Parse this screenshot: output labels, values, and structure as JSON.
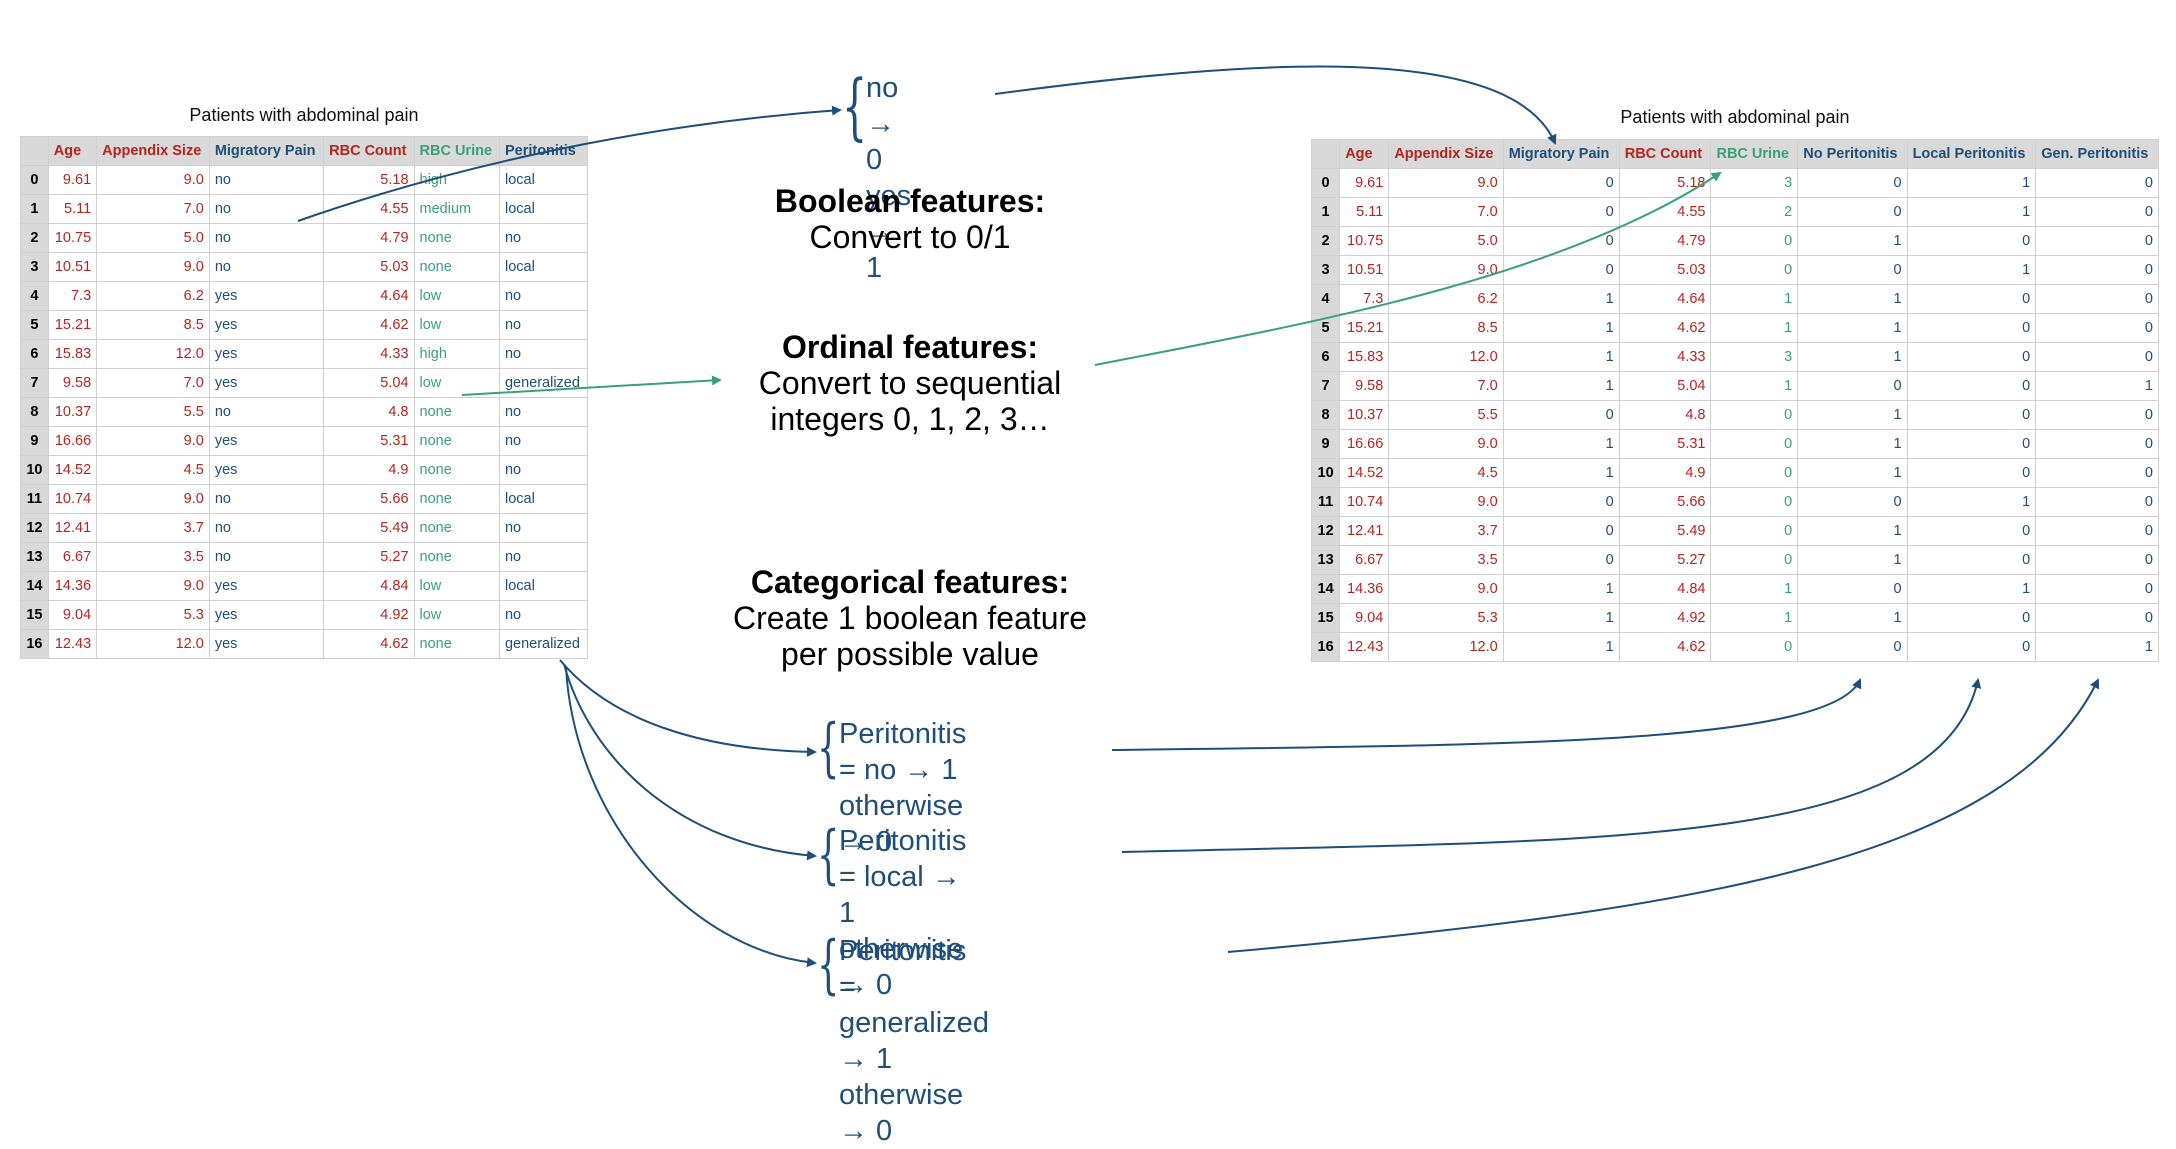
{
  "left_table": {
    "caption": "Patients with abdominal pain",
    "columns": [
      "Age",
      "Appendix Size",
      "Migratory Pain",
      "RBC Count",
      "RBC Urine",
      "Peritonitis"
    ],
    "rows": [
      [
        "0",
        "9.61",
        "9.0",
        "no",
        "5.18",
        "high",
        "local"
      ],
      [
        "1",
        "5.11",
        "7.0",
        "no",
        "4.55",
        "medium",
        "local"
      ],
      [
        "2",
        "10.75",
        "5.0",
        "no",
        "4.79",
        "none",
        "no"
      ],
      [
        "3",
        "10.51",
        "9.0",
        "no",
        "5.03",
        "none",
        "local"
      ],
      [
        "4",
        "7.3",
        "6.2",
        "yes",
        "4.64",
        "low",
        "no"
      ],
      [
        "5",
        "15.21",
        "8.5",
        "yes",
        "4.62",
        "low",
        "no"
      ],
      [
        "6",
        "15.83",
        "12.0",
        "yes",
        "4.33",
        "high",
        "no"
      ],
      [
        "7",
        "9.58",
        "7.0",
        "yes",
        "5.04",
        "low",
        "generalized"
      ],
      [
        "8",
        "10.37",
        "5.5",
        "no",
        "4.8",
        "none",
        "no"
      ],
      [
        "9",
        "16.66",
        "9.0",
        "yes",
        "5.31",
        "none",
        "no"
      ],
      [
        "10",
        "14.52",
        "4.5",
        "yes",
        "4.9",
        "none",
        "no"
      ],
      [
        "11",
        "10.74",
        "9.0",
        "no",
        "5.66",
        "none",
        "local"
      ],
      [
        "12",
        "12.41",
        "3.7",
        "no",
        "5.49",
        "none",
        "no"
      ],
      [
        "13",
        "6.67",
        "3.5",
        "no",
        "5.27",
        "none",
        "no"
      ],
      [
        "14",
        "14.36",
        "9.0",
        "yes",
        "4.84",
        "low",
        "local"
      ],
      [
        "15",
        "9.04",
        "5.3",
        "yes",
        "4.92",
        "low",
        "no"
      ],
      [
        "16",
        "12.43",
        "12.0",
        "yes",
        "4.62",
        "none",
        "generalized"
      ]
    ]
  },
  "right_table": {
    "caption": "Patients with abdominal pain",
    "columns": [
      "Age",
      "Appendix Size",
      "Migratory Pain",
      "RBC Count",
      "RBC Urine",
      "No Peritonitis",
      "Local Peritonitis",
      "Gen. Peritonitis"
    ],
    "rows": [
      [
        "0",
        "9.61",
        "9.0",
        "0",
        "5.18",
        "3",
        "0",
        "1",
        "0"
      ],
      [
        "1",
        "5.11",
        "7.0",
        "0",
        "4.55",
        "2",
        "0",
        "1",
        "0"
      ],
      [
        "2",
        "10.75",
        "5.0",
        "0",
        "4.79",
        "0",
        "1",
        "0",
        "0"
      ],
      [
        "3",
        "10.51",
        "9.0",
        "0",
        "5.03",
        "0",
        "0",
        "1",
        "0"
      ],
      [
        "4",
        "7.3",
        "6.2",
        "1",
        "4.64",
        "1",
        "1",
        "0",
        "0"
      ],
      [
        "5",
        "15.21",
        "8.5",
        "1",
        "4.62",
        "1",
        "1",
        "0",
        "0"
      ],
      [
        "6",
        "15.83",
        "12.0",
        "1",
        "4.33",
        "3",
        "1",
        "0",
        "0"
      ],
      [
        "7",
        "9.58",
        "7.0",
        "1",
        "5.04",
        "1",
        "0",
        "0",
        "1"
      ],
      [
        "8",
        "10.37",
        "5.5",
        "0",
        "4.8",
        "0",
        "1",
        "0",
        "0"
      ],
      [
        "9",
        "16.66",
        "9.0",
        "1",
        "5.31",
        "0",
        "1",
        "0",
        "0"
      ],
      [
        "10",
        "14.52",
        "4.5",
        "1",
        "4.9",
        "0",
        "1",
        "0",
        "0"
      ],
      [
        "11",
        "10.74",
        "9.0",
        "0",
        "5.66",
        "0",
        "0",
        "1",
        "0"
      ],
      [
        "12",
        "12.41",
        "3.7",
        "0",
        "5.49",
        "0",
        "1",
        "0",
        "0"
      ],
      [
        "13",
        "6.67",
        "3.5",
        "0",
        "5.27",
        "0",
        "1",
        "0",
        "0"
      ],
      [
        "14",
        "14.36",
        "9.0",
        "1",
        "4.84",
        "1",
        "0",
        "1",
        "0"
      ],
      [
        "15",
        "9.04",
        "5.3",
        "1",
        "4.92",
        "1",
        "1",
        "0",
        "0"
      ],
      [
        "16",
        "12.43",
        "12.0",
        "1",
        "4.62",
        "0",
        "0",
        "0",
        "1"
      ]
    ]
  },
  "boolean": {
    "title": "Boolean features:",
    "desc": "Convert to 0/1",
    "map1": "no → 0",
    "map2": "yes → 1"
  },
  "ordinal": {
    "title": "Ordinal features:",
    "desc1": "Convert to sequential",
    "desc2": "integers 0, 1, 2, 3…"
  },
  "categorical": {
    "title": "Categorical features:",
    "desc1": "Create 1 boolean feature",
    "desc2": "per possible value",
    "rules": [
      {
        "line1": "Peritonitis = no → 1",
        "line2": "otherwise → 0"
      },
      {
        "line1": "Peritonitis = local → 1",
        "line2": "otherwise → 0"
      },
      {
        "line1": "Peritonitis = generalized → 1",
        "line2": "otherwise → 0"
      }
    ]
  },
  "colors": {
    "red": "#b3261e",
    "blue": "#1f4e79",
    "green": "#3aa07a",
    "header_bg": "#d9d9d9"
  }
}
